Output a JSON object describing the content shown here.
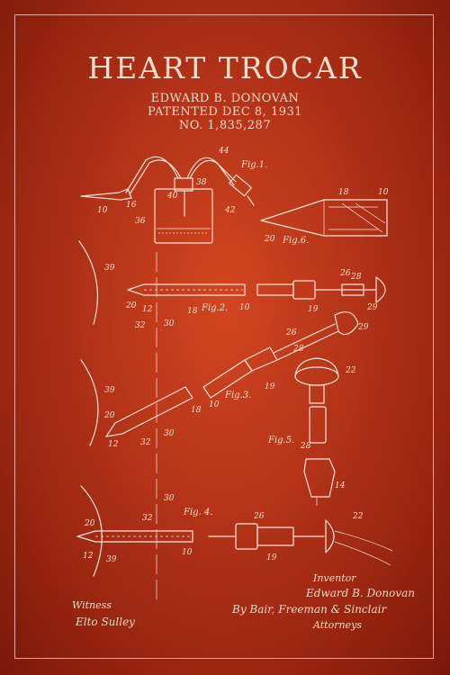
{
  "header": {
    "title": "HEART TROCAR",
    "inventor": "EDWARD B. DONOVAN",
    "patent_date": "PATENTED DEC 8, 1931",
    "patent_number": "NO. 1,835,287"
  },
  "figures": {
    "fig1": "Fig.1.",
    "fig2": "Fig.2.",
    "fig3": "Fig.3.",
    "fig4": "Fig. 4.",
    "fig5": "Fig.5.",
    "fig6": "Fig.6."
  },
  "reference_numbers": {
    "n10": "10",
    "n12": "12",
    "n14": "14",
    "n16": "16",
    "n18": "18",
    "n19": "19",
    "n20": "20",
    "n22": "22",
    "n26": "26",
    "n28": "28",
    "n29": "29",
    "n30": "30",
    "n32": "32",
    "n36": "36",
    "n38": "38",
    "n39": "39",
    "n40": "40",
    "n42": "42",
    "n44": "44"
  },
  "signatures": {
    "witness_label": "Witness",
    "witness_name": "Elto Sulley",
    "inventor_label": "Inventor",
    "inventor_name": "Edward B. Donovan",
    "attorney_line": "By Bair, Freeman & Sinclair",
    "attorneys_label": "Attorneys"
  },
  "colors": {
    "background": "#b8361a",
    "ink": "#f8e4d6"
  }
}
